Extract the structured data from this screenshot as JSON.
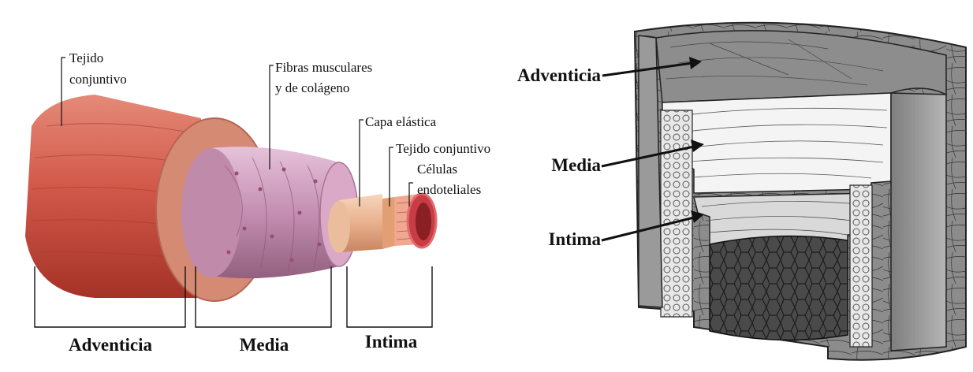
{
  "left_figure": {
    "callouts": {
      "tejido_1": "Tejido",
      "tejido_2": "conjuntivo",
      "fibras_1": "Fibras musculares",
      "fibras_2": "y de colágeno",
      "capa": "Capa elástica",
      "tejido_inner": "Tejido conjuntivo",
      "celulas_1": "Células",
      "celulas_2": "endoteliales"
    },
    "brackets": {
      "adventicia": "Adventicia",
      "media": "Media",
      "intima": "Intima"
    }
  },
  "right_figure": {
    "labels": {
      "adventicia": "Adventicia",
      "media": "Media",
      "intima": "Intima"
    }
  },
  "colors": {
    "adventicia_red": "#c94a3c",
    "media_pink": "#c48fb2",
    "intima_peach": "#e9b08d",
    "lumen_dark": "#8a1f24",
    "cutaway_gray": "#9a9a9a",
    "endothelium_dark": "#3a3a3a"
  }
}
